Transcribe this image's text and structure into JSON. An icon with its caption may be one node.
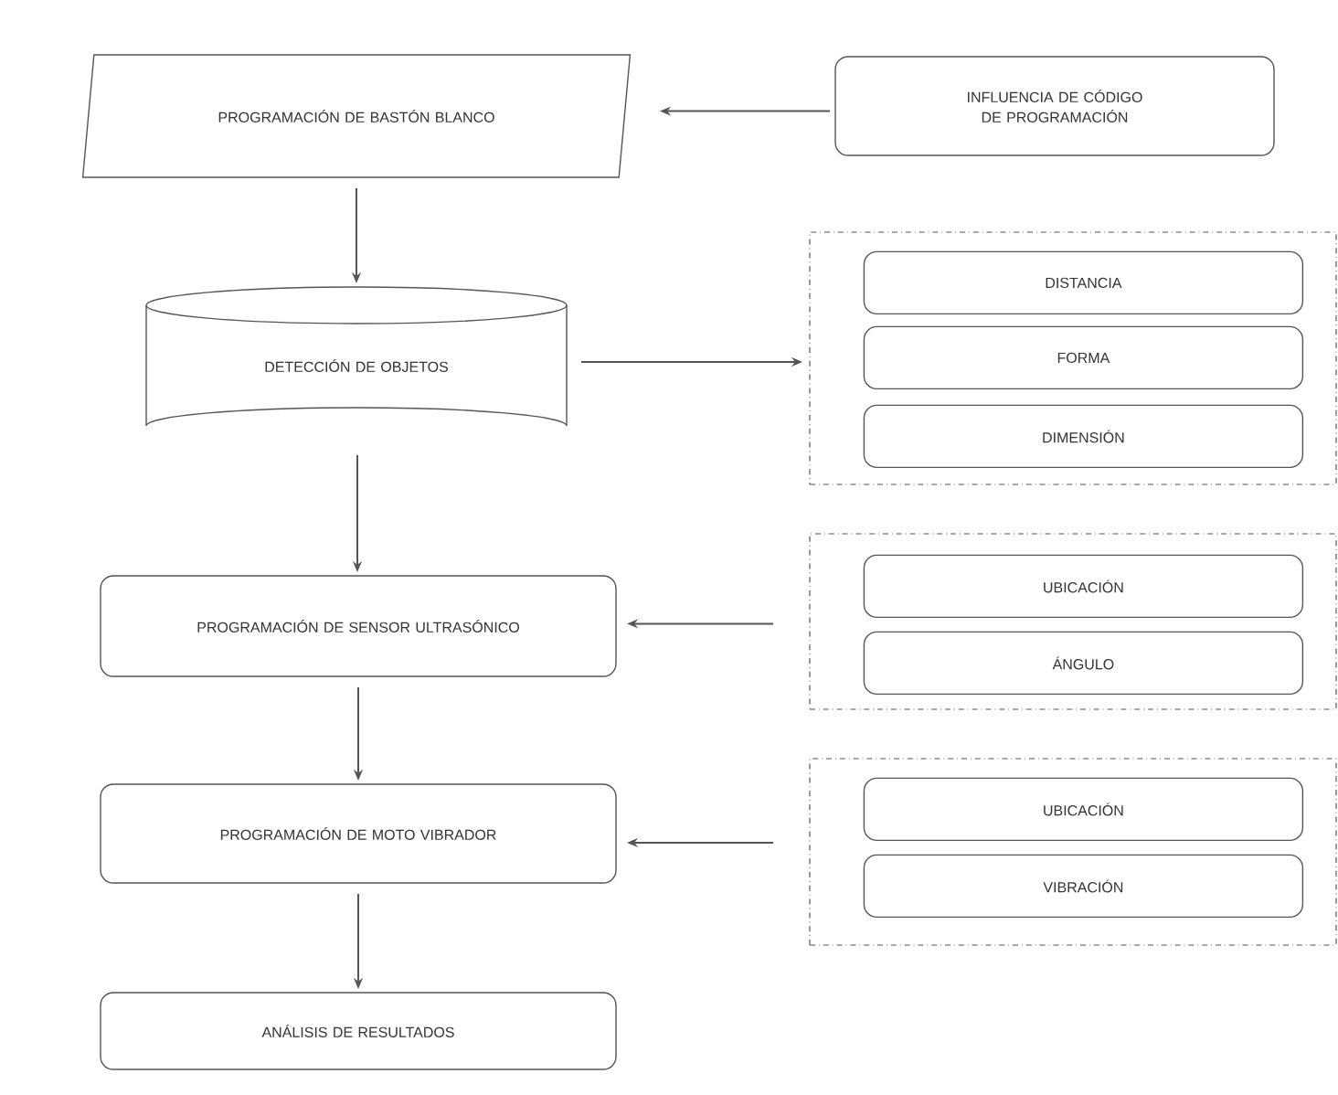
{
  "diagram": {
    "nodes": [
      {
        "text": [
          "PROGRAMACIÓN DE BASTÓN BLANCO"
        ]
      },
      {
        "text": [
          "INFLUENCIA DE CÓDIGO DE PROGRAMACIÓN"
        ]
      },
      {
        "text": [
          "DETECCIÓN DE OBJETOS"
        ]
      },
      {
        "text": [],
        "shape": "box"
      },
      {
        "text": [
          "DISTANCIA"
        ],
        "in": 3
      },
      {
        "text": [
          "FORMA"
        ],
        "in": 3
      },
      {
        "text": [
          "DIMENSIÓN"
        ],
        "in": 3
      },
      {
        "text": [
          "PROGRAMACIÓN DE SENSOR ULTRASÓNICO"
        ]
      },
      {
        "text": [],
        "shape": "box"
      },
      {
        "text": [
          "UBICACIÓN"
        ],
        "in": 8
      },
      {
        "text": [
          "ÁNGULO"
        ],
        "in": 8
      },
      {
        "text": [
          "PROGRAMACIÓN DE MOTO VIBRADOR"
        ]
      },
      {
        "text": [],
        "shape": "box"
      },
      {
        "text": [
          "UBICACIÓN"
        ],
        "in": 12
      },
      {
        "text": [
          "VIBRACIÓN"
        ],
        "in": 12
      },
      {
        "text": [
          "ANÁLISIS DE RESULTADOS"
        ]
      }
    ],
    "edges": [
      {
        "from": 1,
        "to": 0,
        "arrow": "to"
      },
      {
        "from": 0,
        "to": 2,
        "arrow": "to"
      },
      {
        "from": 2,
        "to": 3,
        "arrow": "to"
      },
      {
        "from": 2,
        "to": 7,
        "arrow": "to"
      },
      {
        "from": 8,
        "to": 7,
        "arrow": "to"
      },
      {
        "from": 7,
        "to": 11,
        "arrow": "to"
      },
      {
        "from": 12,
        "to": 11,
        "arrow": "to"
      },
      {
        "from": 11,
        "to": 15,
        "arrow": "to"
      }
    ]
  }
}
